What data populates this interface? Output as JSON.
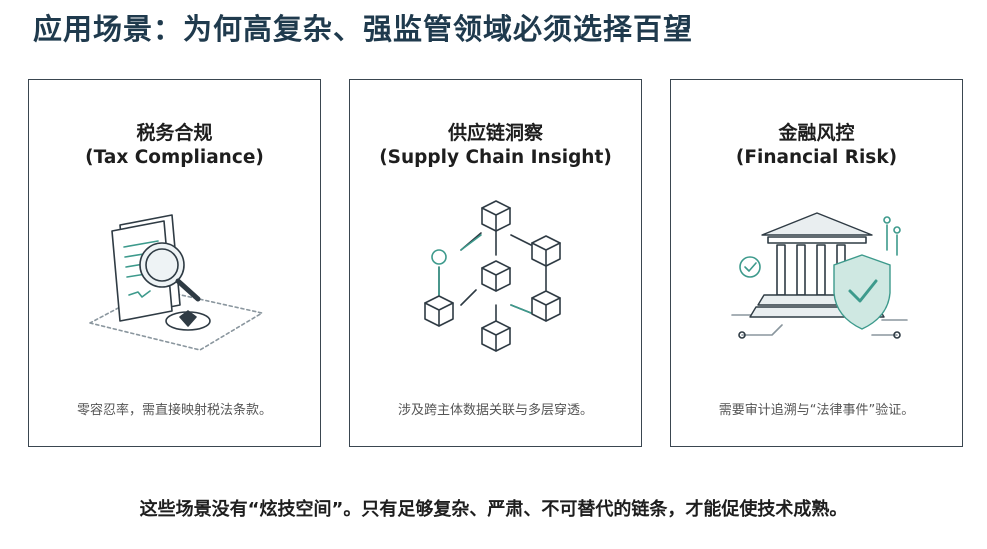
{
  "slide": {
    "title": "应用场景：为何高复杂、强监管领域必须选择百望",
    "footer": "这些场景没有“炫技空间”。只有足够复杂、严肃、不可替代的链条，才能促使技术成熟。"
  },
  "cards": [
    {
      "title": "税务合规",
      "subtitle": "(Tax  Compliance)",
      "description": "零容忍率，需直接映射税法条款。",
      "icon": "document-magnifier-compass-icon"
    },
    {
      "title": "供应链洞察",
      "subtitle": "(Supply  Chain  Insight)",
      "description": "涉及跨主体数据关联与多层穿透。",
      "icon": "cube-network-icon"
    },
    {
      "title": "金融风控",
      "subtitle": "(Financial  Risk)",
      "description": "需要审计追溯与“法律事件”验证。",
      "icon": "bank-shield-icon"
    }
  ],
  "colors": {
    "title": "#1f3a4d",
    "border": "#3a4650",
    "accent": "#3d9a8c"
  }
}
